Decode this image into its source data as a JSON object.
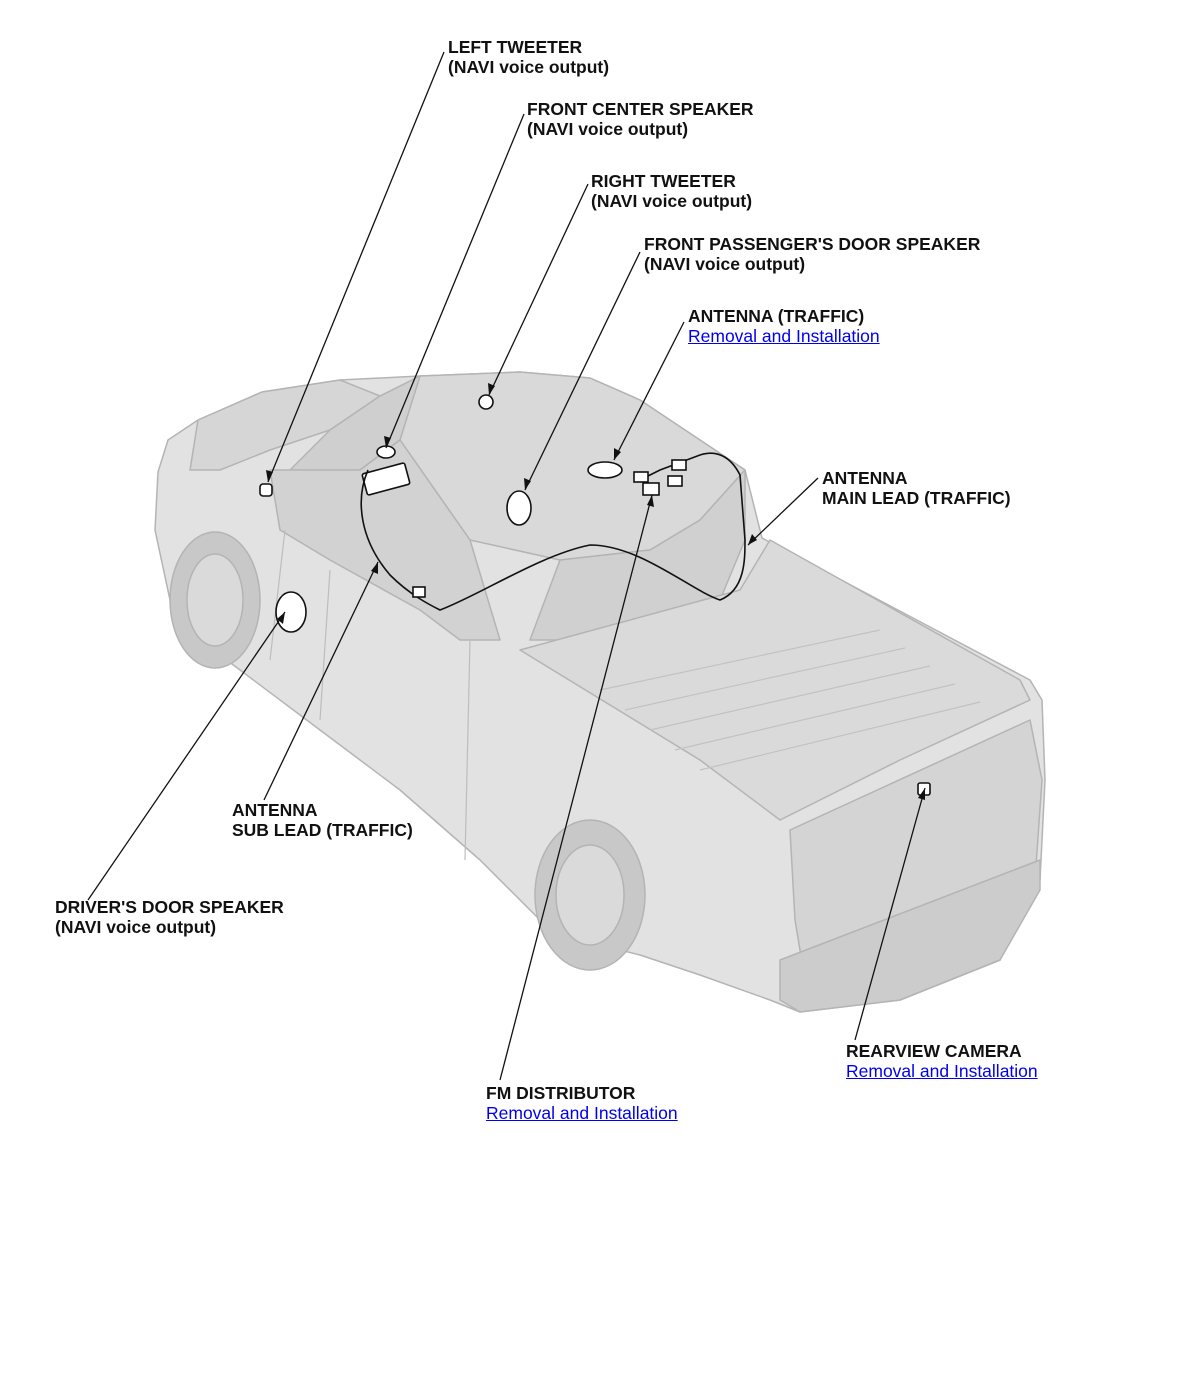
{
  "callouts": {
    "left_tweeter": {
      "name": "LEFT TWEETER",
      "note": "(NAVI voice output)"
    },
    "front_center_speaker": {
      "name": "FRONT CENTER SPEAKER",
      "note": "(NAVI voice output)"
    },
    "right_tweeter": {
      "name": "RIGHT TWEETER",
      "note": "(NAVI voice output)"
    },
    "front_passenger_door_speaker": {
      "name": "FRONT PASSENGER'S DOOR SPEAKER",
      "note": "(NAVI voice output)"
    },
    "antenna_traffic": {
      "name": "ANTENNA (TRAFFIC)",
      "link": "Removal and Installation"
    },
    "antenna_main_lead": {
      "line1": "ANTENNA",
      "line2": "MAIN LEAD (TRAFFIC)"
    },
    "antenna_sub_lead": {
      "line1": "ANTENNA",
      "line2": "SUB LEAD (TRAFFIC)"
    },
    "driver_door_speaker": {
      "name": "DRIVER'S DOOR SPEAKER",
      "note": "(NAVI voice output)"
    },
    "fm_distributor": {
      "name": "FM DISTRIBUTOR",
      "link": "Removal and Installation"
    },
    "rearview_camera": {
      "name": "REARVIEW CAMERA",
      "link": "Removal and Installation"
    }
  },
  "colors": {
    "link": "#0000ee",
    "leader": "#111111",
    "vehicle_body": "#dedede",
    "vehicle_edge": "#b4b4b4"
  }
}
